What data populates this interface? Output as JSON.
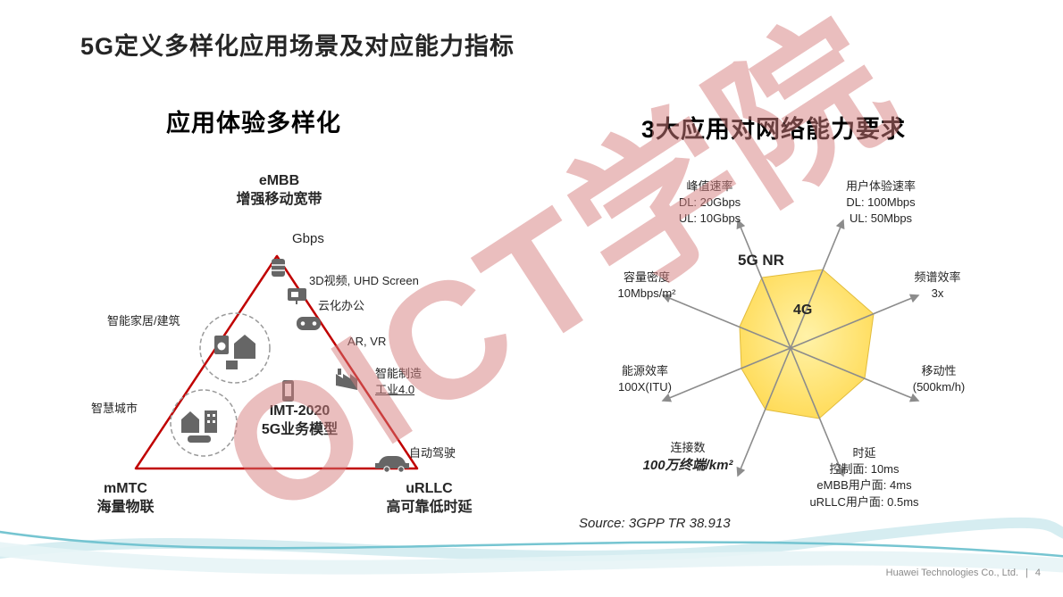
{
  "slide": {
    "title": "5G定义多样化应用场景及对应能力指标",
    "watermark": "OICT学院",
    "source_note": "Source: 3GPP TR 38.913",
    "footer": {
      "company": "Huawei Technologies Co., Ltd.",
      "separator": "|",
      "page_number": "4"
    }
  },
  "left_panel": {
    "heading": "应用体验多样化",
    "apex": {
      "title": "eMBB",
      "subtitle": "增强移动宽带"
    },
    "gbps_label": "Gbps",
    "center": {
      "line1": "IMT-2020",
      "line2": "5G业务模型"
    },
    "bottom_left": {
      "title": "mMTC",
      "subtitle": "海量物联"
    },
    "bottom_right": {
      "title": "uRLLC",
      "subtitle": "高可靠低时延"
    },
    "scene_labels": {
      "video": "3D视频, UHD Screen",
      "cloud_office": "云化办公",
      "ar_vr": "AR, VR",
      "smart_home": "智能家居/建筑",
      "smart_manufacturing": "智能制造",
      "industry_4_0": "工业4.0",
      "smart_city": "智慧城市",
      "autonomous_driving": "自动驾驶"
    }
  },
  "right_panel": {
    "heading": "3大应用对网络能力要求",
    "radar": {
      "outer_label": "5G NR",
      "inner_label": "4G",
      "axes": {
        "peak_rate": {
          "title": "峰值速率",
          "line1": "DL: 20Gbps",
          "line2": "UL: 10Gbps"
        },
        "user_rate": {
          "title": "用户体验速率",
          "line1": "DL: 100Mbps",
          "line2": "UL: 50Mbps"
        },
        "spectrum_efficiency": {
          "title": "频谱效率",
          "line1": "3x"
        },
        "mobility": {
          "title": "移动性",
          "line1": "(500km/h)"
        },
        "latency": {
          "title": "时延",
          "line1": "控制面: 10ms",
          "line2": "eMBB用户面: 4ms",
          "line3": "uRLLC用户面: 0.5ms"
        },
        "connection_density": {
          "title": "连接数",
          "line1": "100万终端/km²"
        },
        "energy_efficiency": {
          "title": "能源效率",
          "line1": "100X(ITU)"
        },
        "capacity_density": {
          "title": "容量密度",
          "line1": "10Mbps/m²"
        }
      },
      "colors": {
        "polygon_fill": "#FFDE5C",
        "polygon_edge": "#E2BC3C",
        "axis_arrow": "#8C8C8C"
      }
    }
  },
  "theme": {
    "triangle_red": "#C00000",
    "watermark_pink": "#D67F7F",
    "wave_teal": "#6FC2CF",
    "footer_gray": "#8A8A8A"
  }
}
